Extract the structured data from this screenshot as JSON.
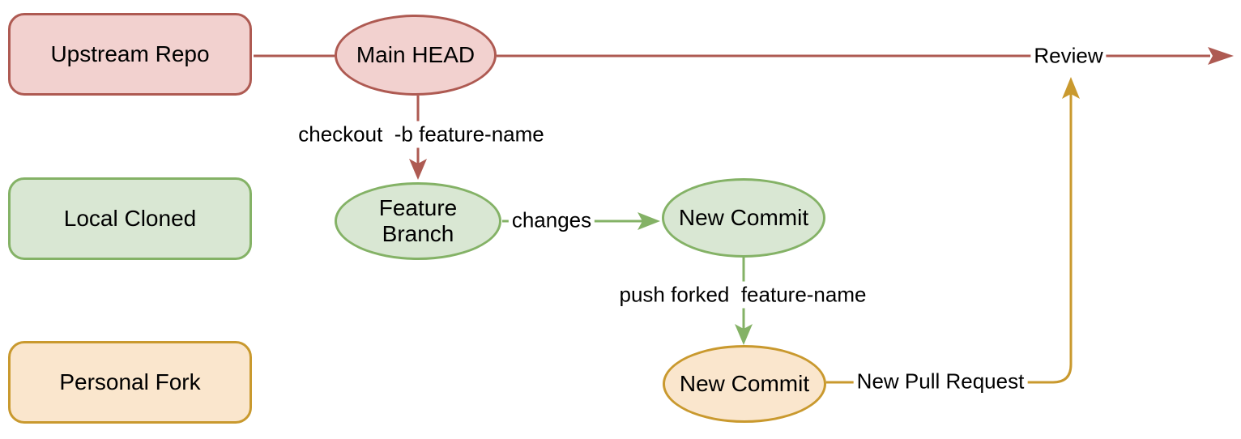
{
  "diagram": {
    "lanes": [
      {
        "id": "upstream-repo",
        "label": "Upstream Repo",
        "color_fill": "#f2d1cf",
        "color_stroke": "#ae5a52"
      },
      {
        "id": "local-cloned",
        "label": "Local Cloned",
        "color_fill": "#d9e7d3",
        "color_stroke": "#84b266"
      },
      {
        "id": "personal-fork",
        "label": "Personal Fork",
        "color_fill": "#fae6cd",
        "color_stroke": "#c9992e"
      }
    ],
    "nodes": [
      {
        "id": "main-head",
        "label": "Main HEAD",
        "color_fill": "#f2d1cf",
        "color_stroke": "#ae5a52"
      },
      {
        "id": "feature-branch",
        "label": "Feature Branch",
        "color_fill": "#d9e7d3",
        "color_stroke": "#84b266"
      },
      {
        "id": "new-commit-local",
        "label": "New Commit",
        "color_fill": "#d9e7d3",
        "color_stroke": "#84b266"
      },
      {
        "id": "new-commit-fork",
        "label": "New Commit",
        "color_fill": "#fae6cd",
        "color_stroke": "#c9992e"
      }
    ],
    "edges": [
      {
        "id": "checkout-branch",
        "label": "checkout  -b feature-name",
        "color": "#ae5a52",
        "from": "main-head",
        "to": "feature-branch"
      },
      {
        "id": "changes",
        "label": "changes",
        "color": "#84b266",
        "from": "feature-branch",
        "to": "new-commit-local"
      },
      {
        "id": "push-forked",
        "label": "push forked  feature-name",
        "color": "#84b266",
        "from": "new-commit-local",
        "to": "new-commit-fork"
      },
      {
        "id": "new-pull-request",
        "label": "New Pull Request",
        "color": "#c9992e",
        "from": "new-commit-fork",
        "to": "review"
      },
      {
        "id": "review",
        "label": "Review",
        "color": "#ae5a52",
        "from": "main-head",
        "to": "right-edge"
      }
    ],
    "colors": {
      "background": "#ffffff",
      "text": "#000000",
      "red_fill": "#f2d1cf",
      "red_stroke": "#ae5a52",
      "green_fill": "#d9e7d3",
      "green_stroke": "#84b266",
      "gold_fill": "#fae6cd",
      "gold_stroke": "#c9992e"
    }
  }
}
